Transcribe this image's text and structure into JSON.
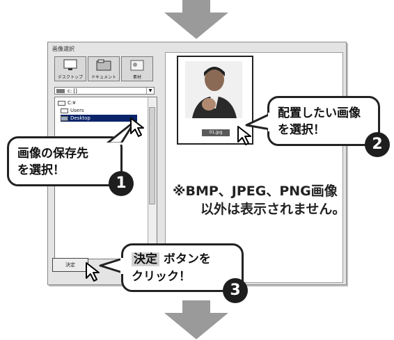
{
  "window": {
    "title": "画像選択",
    "toolbar": [
      {
        "label": "デスクトップ",
        "icon": "desktop-icon"
      },
      {
        "label": "ドキュメント",
        "icon": "documents-icon"
      },
      {
        "label": "素材",
        "icon": "materials-icon"
      }
    ],
    "drive_select": {
      "value": "c: []",
      "icon": "drive-icon"
    },
    "tree": [
      {
        "label": "C:¥",
        "selected": false
      },
      {
        "label": "Users",
        "selected": false
      },
      {
        "label": "Desktop",
        "selected": true
      }
    ],
    "decide_button": "決定",
    "thumbnail": {
      "filename": "01.jpg"
    }
  },
  "note": {
    "line1": "※BMP、JPEG、PNG画像",
    "line2": "以外は表示されません。"
  },
  "callouts": {
    "step1": {
      "line1": "画像の保存先",
      "line2": "を選択！",
      "number": "1"
    },
    "step2": {
      "line1": "配置したい画像",
      "line2": "を選択！",
      "number": "2"
    },
    "step3": {
      "highlight": "決定",
      "line1_rest": " ボタンを",
      "line2": "クリック！",
      "number": "3"
    }
  },
  "colors": {
    "arrow": "#9a9a9a",
    "selected": "#0a246a",
    "badge": "#1e1e1e"
  }
}
